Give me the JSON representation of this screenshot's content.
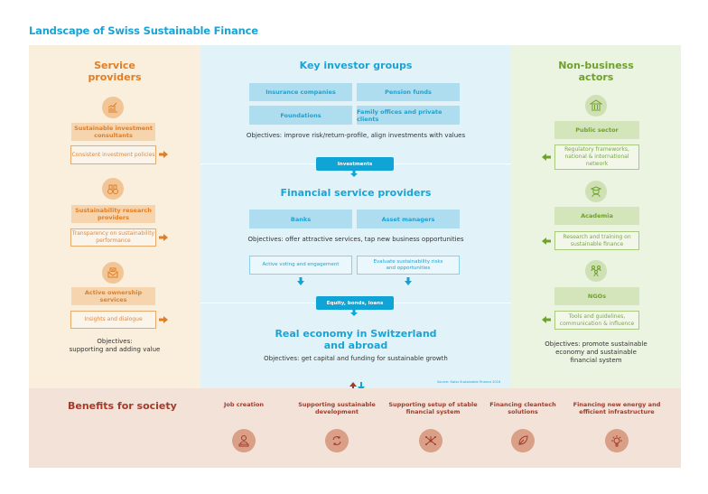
{
  "title": "Landscape of Swiss Sustainable Finance",
  "colors": {
    "blue": "#1aa3d4",
    "orange": "#e07e25",
    "green": "#6fa12d",
    "red": "#a53a2a"
  },
  "service_providers": {
    "heading": "Service providers",
    "heading_line1": "Service",
    "heading_line2": "providers",
    "items": [
      {
        "icon": "chart-growth-icon",
        "label": "Sustainable investment consultants",
        "output": "Consistent investment policies"
      },
      {
        "icon": "binoculars-icon",
        "label": "Sustainability research providers",
        "output": "Transparency on sustainability performance"
      },
      {
        "icon": "envelope-letter-icon",
        "label": "Active ownership services",
        "output": "Insights and dialogue"
      }
    ],
    "objectives_line1": "Objectives:",
    "objectives_line2": "supporting and adding value"
  },
  "key_investors": {
    "heading": "Key investor groups",
    "groups": [
      "Insurance companies",
      "Pension funds",
      "Foundations",
      "Family offices and private clients"
    ],
    "objectives": "Objectives: improve risk/return-profile, align investments with values",
    "flow_label": "Investments"
  },
  "financial_service_providers": {
    "heading": "Financial service providers",
    "groups": [
      "Banks",
      "Asset managers"
    ],
    "objectives": "Objectives: offer attractive services, tap new business opportunities",
    "activities": [
      "Active voting and engagement",
      "Evaluate sustainability risks and opportunities"
    ],
    "flow_label": "Equity, bonds, loans"
  },
  "real_economy": {
    "heading_line1": "Real economy in Switzerland",
    "heading_line2": "and abroad",
    "objectives": "Objectives: get capital and funding for sustainable growth",
    "source": "Source: Swiss Sustainable Finance 2016"
  },
  "non_business": {
    "heading_line1": "Non-business",
    "heading_line2": "actors",
    "items": [
      {
        "icon": "government-building-icon",
        "label": "Public sector",
        "output": "Regulatory frameworks, national & international network"
      },
      {
        "icon": "graduate-icon",
        "label": "Academia",
        "output": "Research and training on sustainable finance"
      },
      {
        "icon": "people-network-icon",
        "label": "NGOs",
        "output": "Tools and guidelines, communication & influence"
      }
    ],
    "objectives_line1": "Objectives: promote sustainable",
    "objectives_line2": "economy and sustainable",
    "objectives_line3": "financial system"
  },
  "benefits": {
    "heading": "Benefits for society",
    "items": [
      {
        "icon": "worker-icon",
        "line1": "Job creation",
        "line2": ""
      },
      {
        "icon": "cycle-arrows-icon",
        "line1": "Supporting sustainable",
        "line2": "development"
      },
      {
        "icon": "network-nodes-icon",
        "line1": "Supporting setup of stable",
        "line2": "financial system"
      },
      {
        "icon": "leaf-icon",
        "line1": "Financing cleantech",
        "line2": "solutions"
      },
      {
        "icon": "light-bulb-icon",
        "line1": "Financing new energy and",
        "line2": "efficient infrastructure"
      }
    ]
  }
}
